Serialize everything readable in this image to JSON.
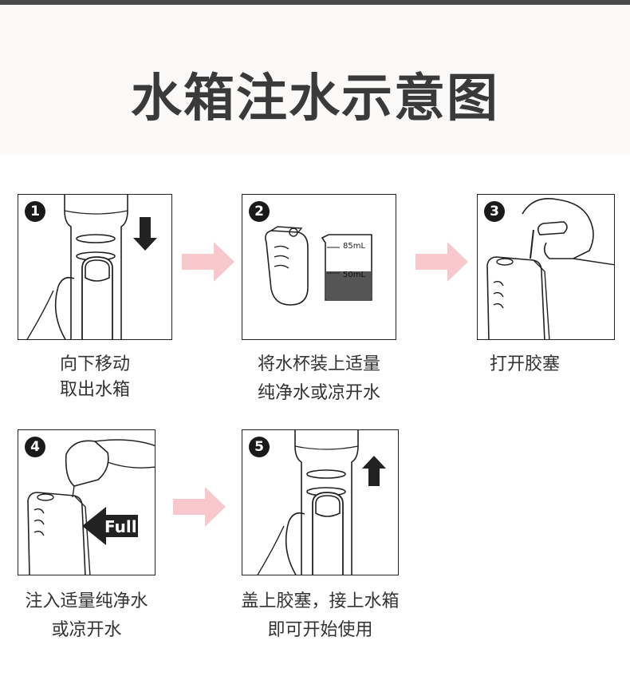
{
  "title": "水箱注水示意图",
  "steps": [
    {
      "number": "1",
      "caption_line1": "向下移动",
      "caption_line2": "取出水箱"
    },
    {
      "number": "2",
      "caption_line1": "将水杯装上适量",
      "caption_line2": "纯净水或凉开水",
      "cup_mark_top": "85mL",
      "cup_mark_bottom": "50mL"
    },
    {
      "number": "3",
      "caption_line1": "打开胶塞",
      "caption_line2": ""
    },
    {
      "number": "4",
      "caption_line1": "注入适量纯净水",
      "caption_line2": "或凉开水",
      "full_label": "Full"
    },
    {
      "number": "5",
      "caption_line1": "盖上胶塞，接上水箱",
      "caption_line2": "即可开始使用"
    }
  ],
  "colors": {
    "accent_arrow": "#f9c8cc",
    "ink": "#222222",
    "water": "#555555"
  }
}
